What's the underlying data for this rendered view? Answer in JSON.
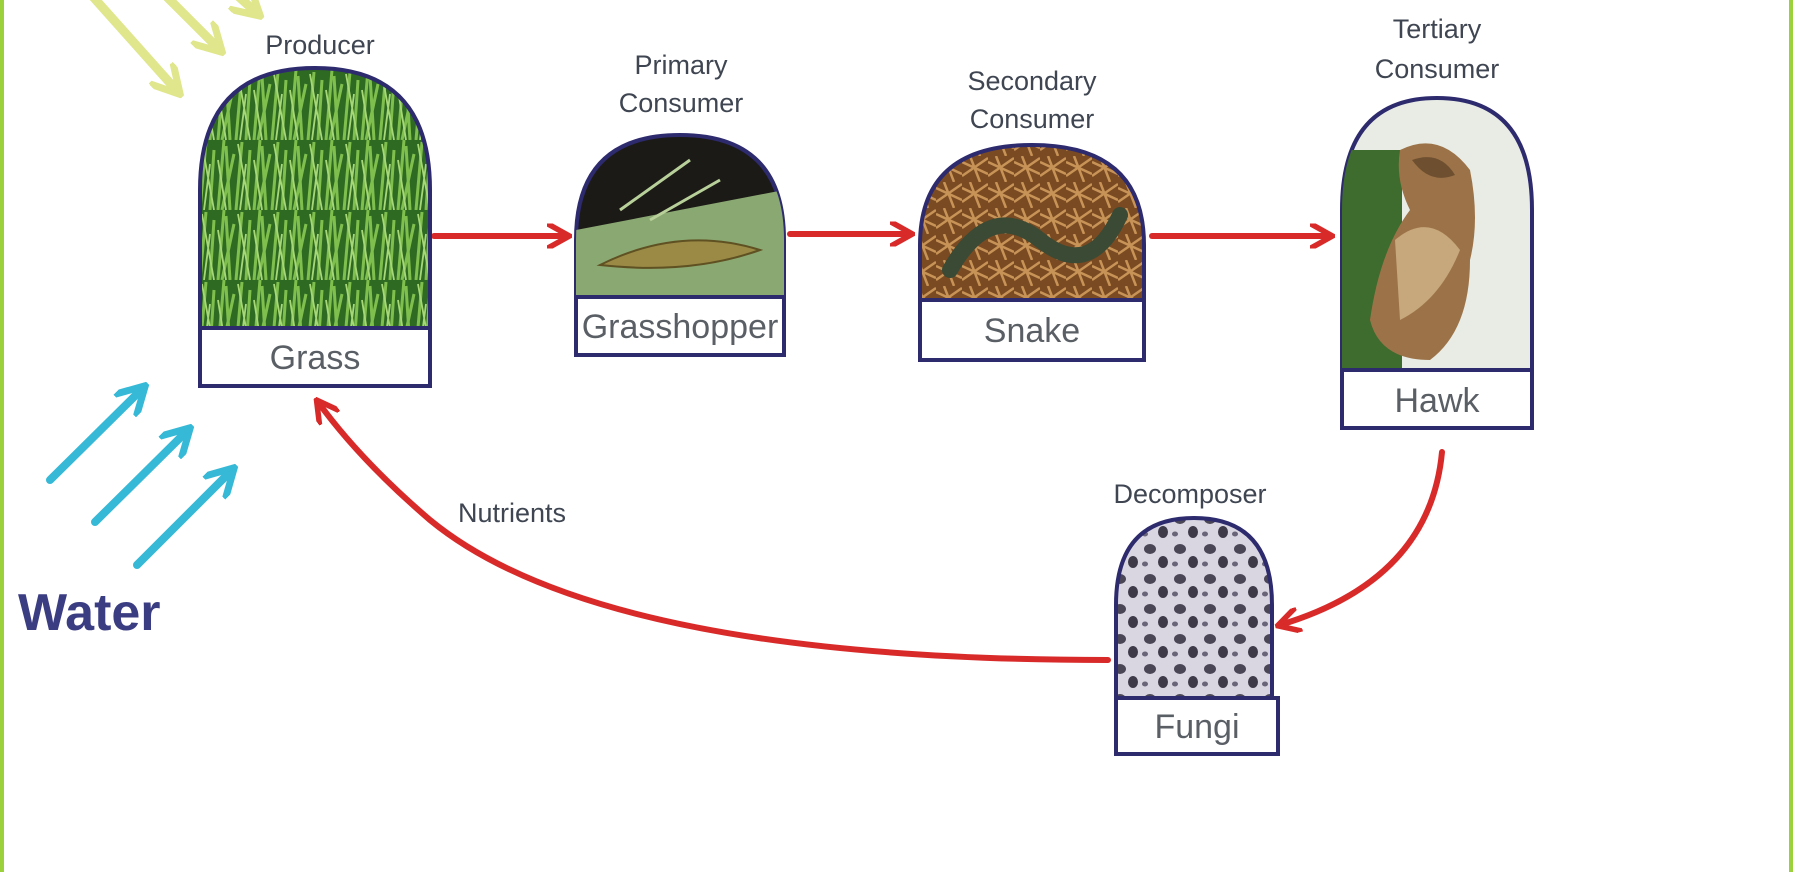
{
  "colors": {
    "frame_edge": "#9bd13a",
    "card_border": "#2d2a6e",
    "energy_arrow": "#d92a2a",
    "water_arrow": "#36b9d6",
    "sun_arrow": "#dfe68c",
    "water_text": "#3b3d83"
  },
  "organisms": [
    {
      "role": "Producer",
      "name": "Grass",
      "picture": "grass-picture"
    },
    {
      "role": "Primary Consumer",
      "name": "Grasshopper",
      "picture": "grasshopper-picture"
    },
    {
      "role": "Secondary Consumer",
      "name": "Snake",
      "picture": "snake-picture"
    },
    {
      "role": "Tertiary Consumer",
      "name": "Hawk",
      "picture": "hawk-picture"
    },
    {
      "role": "Decomposer",
      "name": "Fungi",
      "picture": "fungi-picture"
    }
  ],
  "labels": {
    "water": "Water",
    "nutrients": "Nutrients"
  },
  "icons": {
    "sunlight": "sunlight-arrows-icon",
    "water": "water-arrows-icon"
  }
}
